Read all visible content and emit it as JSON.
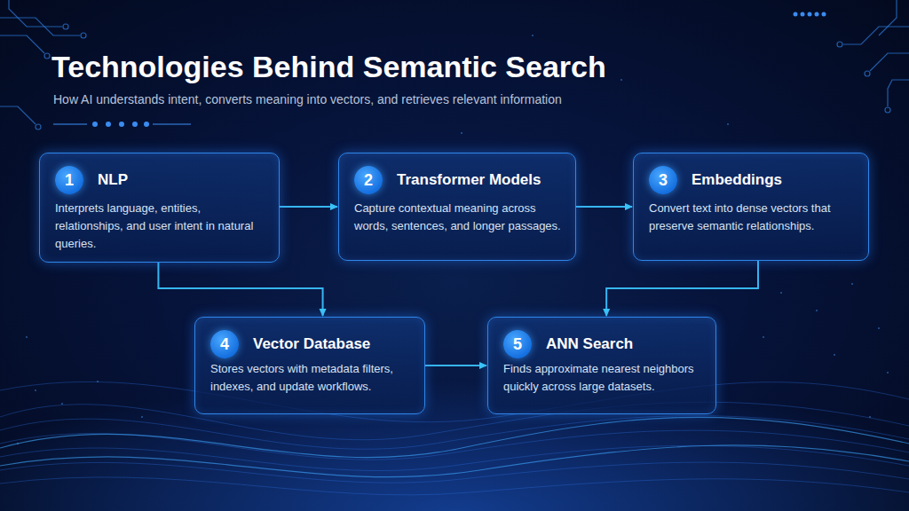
{
  "diagram": {
    "title": "Technologies Behind Semantic Search",
    "caption": "How AI understands intent, converts meaning into vectors, and retrieves relevant information",
    "nodes": [
      {
        "text": [
          "NLP",
          "Interprets language, entities, relationships, and user intent in natural queries."
        ]
      },
      {
        "text": [
          "1"
        ],
        "in": 0
      },
      {
        "text": [
          "Transformer Models",
          "Capture contextual meaning across words, sentences, and longer passages."
        ]
      },
      {
        "text": [
          "2"
        ],
        "in": 2
      },
      {
        "text": [
          "Embeddings",
          "Convert text into dense vectors that preserve semantic relationships."
        ]
      },
      {
        "text": [
          "3"
        ],
        "in": 4
      },
      {
        "text": [
          "Vector Database",
          "Stores vectors with metadata filters, indexes, and update workflows."
        ]
      },
      {
        "text": [
          "4"
        ],
        "in": 6
      },
      {
        "text": [
          "ANN Search",
          "Finds approximate nearest neighbors quickly across large datasets."
        ]
      },
      {
        "text": [
          "5"
        ],
        "in": 8
      }
    ],
    "edges": [
      {
        "from": 0,
        "to": 2,
        "arrow": "to"
      },
      {
        "from": 2,
        "to": 4,
        "arrow": "to"
      },
      {
        "from": 0,
        "to": 6,
        "arrow": "to"
      },
      {
        "from": 4,
        "to": 8,
        "arrow": "to"
      },
      {
        "from": 6,
        "to": 8,
        "arrow": "to"
      }
    ]
  }
}
